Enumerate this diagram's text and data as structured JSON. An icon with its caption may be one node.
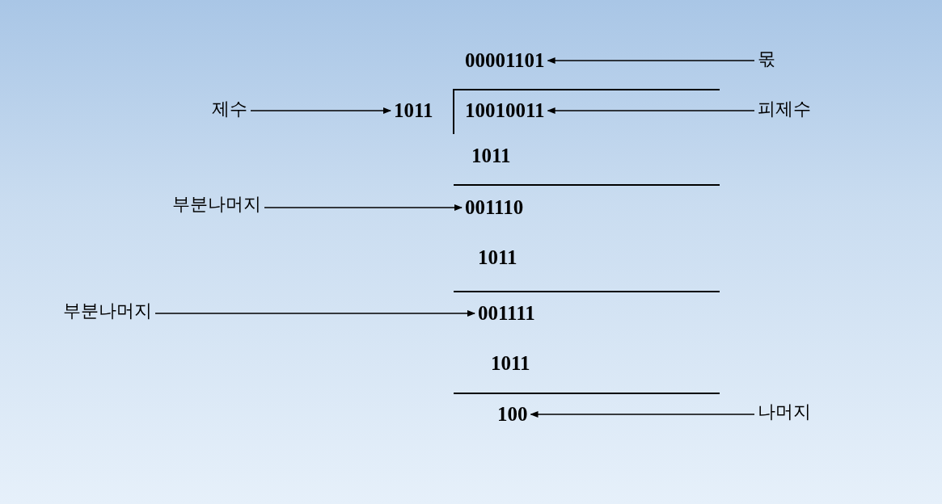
{
  "diagram": {
    "nodes": [
      {
        "text": [
          "00001101"
        ]
      },
      {
        "text": [
          "몫"
        ]
      },
      {
        "text": [
          "제수"
        ]
      },
      {
        "text": [
          "1011"
        ]
      },
      {
        "text": [
          "10010011"
        ]
      },
      {
        "text": [
          "피제수"
        ]
      },
      {
        "text": [
          "부분나머지"
        ]
      },
      {
        "text": [
          "001110"
        ]
      },
      {
        "text": [
          "부분나머지"
        ]
      },
      {
        "text": [
          "001111"
        ]
      },
      {
        "text": [
          "100"
        ]
      },
      {
        "text": [
          "나머지"
        ]
      }
    ],
    "edges": [
      {
        "from": 1,
        "to": 0,
        "arrow": "to"
      },
      {
        "from": 2,
        "to": 3,
        "arrow": "to"
      },
      {
        "from": 5,
        "to": 4,
        "arrow": "to"
      },
      {
        "from": 6,
        "to": 7,
        "arrow": "to"
      },
      {
        "from": 8,
        "to": 9,
        "arrow": "to"
      },
      {
        "from": 11,
        "to": 10,
        "arrow": "to"
      }
    ],
    "labels": [
      "1011",
      "1011",
      "1011"
    ]
  }
}
